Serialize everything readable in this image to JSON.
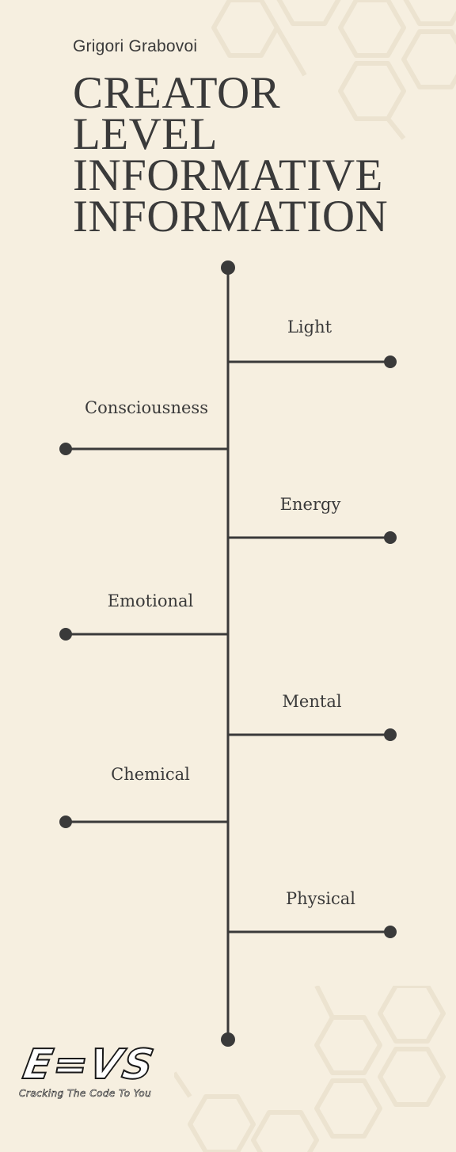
{
  "header": {
    "author": "Grigori Grabovoi",
    "title_lines": [
      "CREATOR",
      "LEVEL",
      "INFORMATIVE",
      "INFORMATION"
    ]
  },
  "timeline": {
    "items": [
      {
        "label": "Light",
        "side": "right"
      },
      {
        "label": "Consciousness",
        "side": "left"
      },
      {
        "label": "Energy",
        "side": "right"
      },
      {
        "label": "Emotional",
        "side": "left"
      },
      {
        "label": "Mental",
        "side": "right"
      },
      {
        "label": "Chemical",
        "side": "left"
      },
      {
        "label": "Physical",
        "side": "right"
      }
    ]
  },
  "logo": {
    "mark": "E=VS",
    "tagline": "Cracking The Code To You"
  },
  "colors": {
    "background": "#f6efe0",
    "ink": "#3a3a3a",
    "hexagon": "#ece3d0"
  }
}
